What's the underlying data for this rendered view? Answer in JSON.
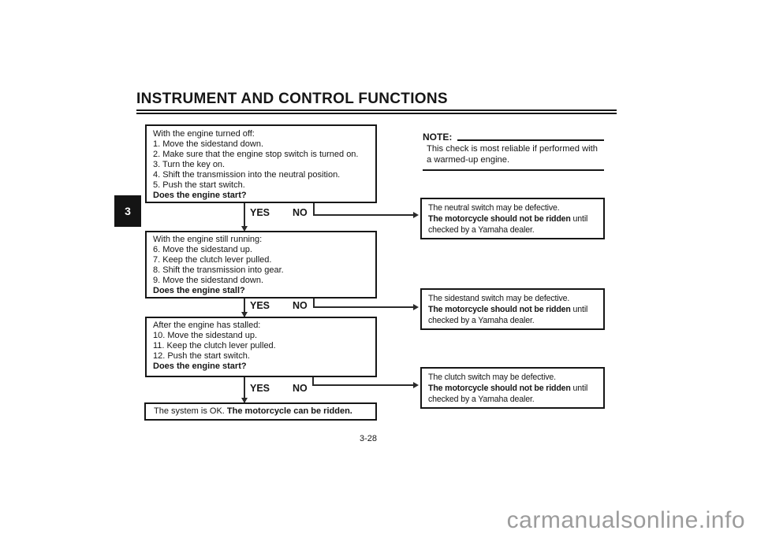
{
  "page": {
    "title": "INSTRUMENT AND CONTROL FUNCTIONS",
    "chapter_tab": "3",
    "page_number": "3-28",
    "watermark": "carmanualsonline.info"
  },
  "note": {
    "label": "NOTE:",
    "line1": "This check is most reliable if performed with",
    "line2": "a warmed-up engine."
  },
  "flowchart": {
    "yes_label": "YES",
    "no_label": "NO",
    "step_boxes": [
      {
        "lines": [
          "With the engine turned off:",
          "1. Move the sidestand down.",
          "2. Make sure that the engine stop switch is turned on.",
          "3. Turn the key on.",
          "4. Shift the transmission into the neutral position.",
          "5. Push the start switch."
        ],
        "question": "Does the engine start?"
      },
      {
        "lines": [
          "With the engine still running:",
          "6. Move the sidestand up.",
          "7. Keep the clutch lever pulled.",
          "8. Shift the transmission into gear.",
          "9. Move the sidestand down."
        ],
        "question": "Does the engine stall?"
      },
      {
        "lines": [
          "After the engine has stalled:",
          "10. Move the sidestand up.",
          "11. Keep the clutch lever pulled.",
          "12. Push the start switch."
        ],
        "question": "Does the engine start?"
      }
    ],
    "outcome_boxes": [
      {
        "line1": "The neutral switch may be defective.",
        "bold": "The motorcycle should not be ridden",
        "suffix": " until",
        "line3": "checked by a Yamaha dealer."
      },
      {
        "line1": "The sidestand switch may be defective.",
        "bold": "The motorcycle should not be ridden",
        "suffix": " until",
        "line3": "checked by a Yamaha dealer."
      },
      {
        "line1": "The clutch switch may be defective.",
        "bold": "The motorcycle should not be ridden",
        "suffix": " until",
        "line3": "checked by a Yamaha dealer."
      }
    ],
    "result": {
      "normal": "The system is OK. ",
      "bold": "The motorcycle can be ridden."
    }
  }
}
